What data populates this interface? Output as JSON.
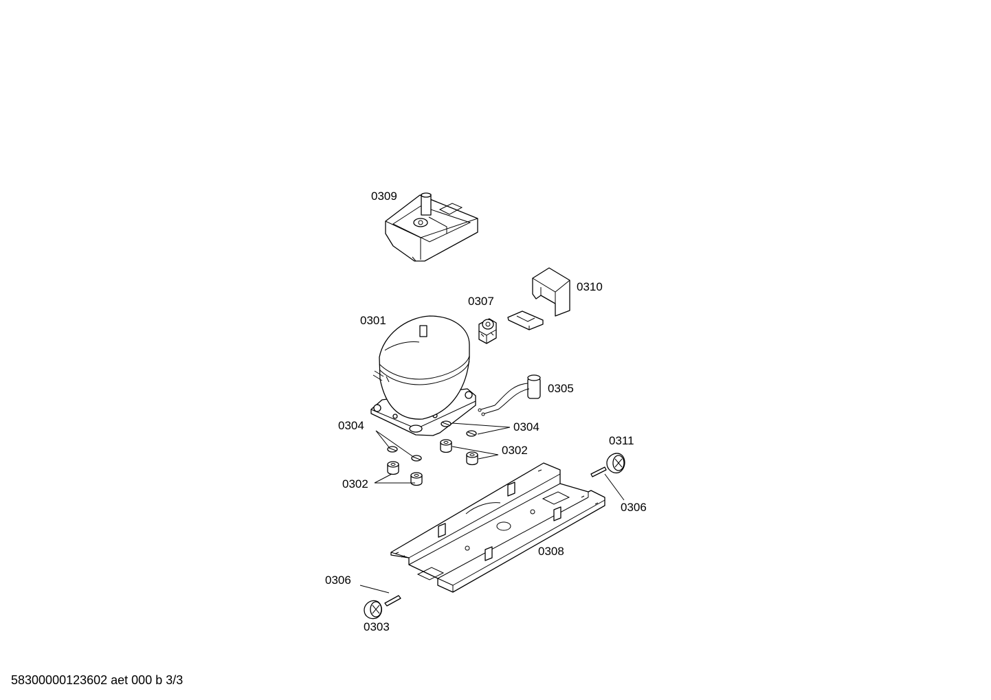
{
  "labels": {
    "l0309": "0309",
    "l0310": "0310",
    "l0307": "0307",
    "l0301": "0301",
    "l0305": "0305",
    "l0304a": "0304",
    "l0304b": "0304",
    "l0302a": "0302",
    "l0302b": "0302",
    "l0311": "0311",
    "l0306a": "0306",
    "l0306b": "0306",
    "l0308": "0308",
    "l0303": "0303"
  },
  "footer": "58300000123602 aet 000 b 3/3"
}
